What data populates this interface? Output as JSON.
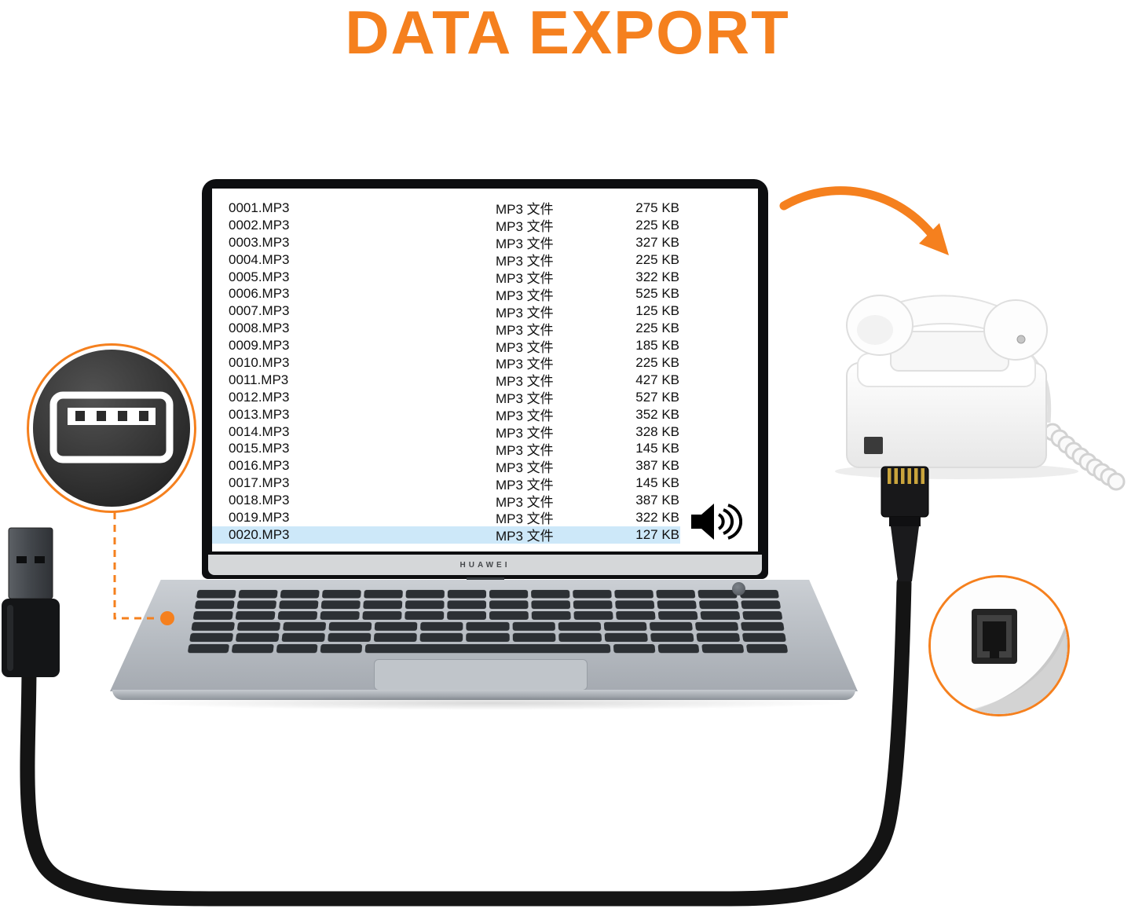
{
  "title": "DATA EXPORT",
  "colors": {
    "accent": "#F5801E",
    "selection": "#CDE8F9"
  },
  "laptop": {
    "brand": "HUAWEI"
  },
  "file_list": {
    "selected_index": 19,
    "rows": [
      {
        "name": "0001.MP3",
        "type": "MP3 文件",
        "size": "275 KB"
      },
      {
        "name": "0002.MP3",
        "type": "MP3 文件",
        "size": "225 KB"
      },
      {
        "name": "0003.MP3",
        "type": "MP3 文件",
        "size": "327 KB"
      },
      {
        "name": "0004.MP3",
        "type": "MP3 文件",
        "size": "225 KB"
      },
      {
        "name": "0005.MP3",
        "type": "MP3 文件",
        "size": "322 KB"
      },
      {
        "name": "0006.MP3",
        "type": "MP3 文件",
        "size": "525 KB"
      },
      {
        "name": "0007.MP3",
        "type": "MP3 文件",
        "size": "125 KB"
      },
      {
        "name": "0008.MP3",
        "type": "MP3 文件",
        "size": "225 KB"
      },
      {
        "name": "0009.MP3",
        "type": "MP3 文件",
        "size": "185 KB"
      },
      {
        "name": "0010.MP3",
        "type": "MP3 文件",
        "size": "225 KB"
      },
      {
        "name": "0011.MP3",
        "type": "MP3 文件",
        "size": "427 KB"
      },
      {
        "name": "0012.MP3",
        "type": "MP3 文件",
        "size": "527 KB"
      },
      {
        "name": "0013.MP3",
        "type": "MP3 文件",
        "size": "352 KB"
      },
      {
        "name": "0014.MP3",
        "type": "MP3 文件",
        "size": "328 KB"
      },
      {
        "name": "0015.MP3",
        "type": "MP3 文件",
        "size": "145 KB"
      },
      {
        "name": "0016.MP3",
        "type": "MP3 文件",
        "size": "387 KB"
      },
      {
        "name": "0017.MP3",
        "type": "MP3 文件",
        "size": "145 KB"
      },
      {
        "name": "0018.MP3",
        "type": "MP3 文件",
        "size": "387 KB"
      },
      {
        "name": "0019.MP3",
        "type": "MP3 文件",
        "size": "322 KB"
      },
      {
        "name": "0020.MP3",
        "type": "MP3 文件",
        "size": "127 KB"
      }
    ]
  },
  "icons": {
    "speaker": "speaker-audio-icon",
    "usb_port_closeup": "usb-a-port-icon",
    "usb_plug": "usb-a-plug-icon",
    "rj_plug": "rj9-plug-icon",
    "phone_port_closeup": "handset-jack-port-icon",
    "telephone": "retro-telephone",
    "export_arrow": "curved-arrow-icon"
  }
}
